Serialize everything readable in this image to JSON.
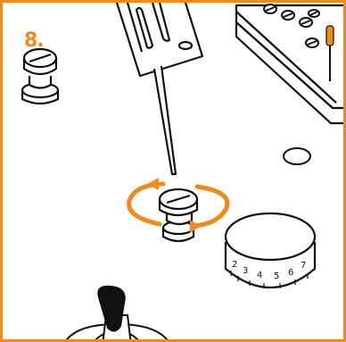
{
  "step": {
    "number": "8."
  },
  "knob": {
    "scale": [
      "2",
      "3",
      "4",
      "5",
      "6",
      "7"
    ]
  },
  "colors": {
    "accent": "#f08a1c",
    "ink": "#111111",
    "background": "#ffffff"
  },
  "icons": [
    "screwdriver-icon",
    "rotate-arrows-icon",
    "tension-screw-icon",
    "volume-knob-icon",
    "toggle-switch-icon"
  ]
}
